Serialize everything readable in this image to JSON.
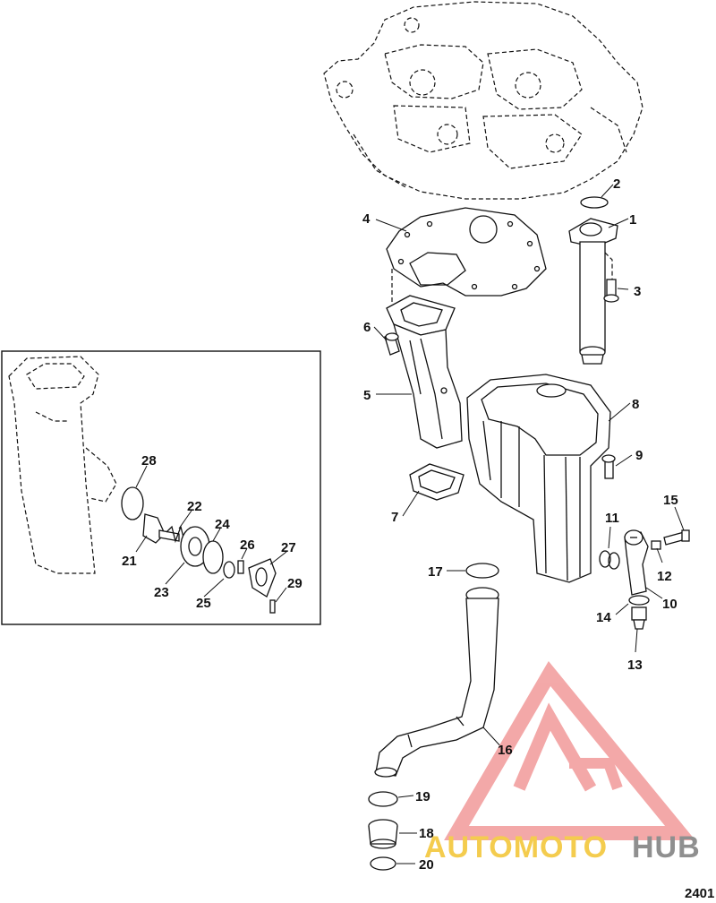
{
  "callouts": [
    {
      "id": "1",
      "label": "1"
    },
    {
      "id": "2",
      "label": "2"
    },
    {
      "id": "3",
      "label": "3"
    },
    {
      "id": "4",
      "label": "4"
    },
    {
      "id": "5",
      "label": "5"
    },
    {
      "id": "6",
      "label": "6"
    },
    {
      "id": "7",
      "label": "7"
    },
    {
      "id": "8",
      "label": "8"
    },
    {
      "id": "9",
      "label": "9"
    },
    {
      "id": "10",
      "label": "10"
    },
    {
      "id": "11",
      "label": "11"
    },
    {
      "id": "12",
      "label": "12"
    },
    {
      "id": "13",
      "label": "13"
    },
    {
      "id": "14",
      "label": "14"
    },
    {
      "id": "15",
      "label": "15"
    },
    {
      "id": "16",
      "label": "16"
    },
    {
      "id": "17",
      "label": "17"
    },
    {
      "id": "18",
      "label": "18"
    },
    {
      "id": "19",
      "label": "19"
    },
    {
      "id": "20",
      "label": "20"
    },
    {
      "id": "21",
      "label": "21"
    },
    {
      "id": "22",
      "label": "22"
    },
    {
      "id": "23",
      "label": "23"
    },
    {
      "id": "24",
      "label": "24"
    },
    {
      "id": "25",
      "label": "25"
    },
    {
      "id": "26",
      "label": "26"
    },
    {
      "id": "27",
      "label": "27"
    },
    {
      "id": "28",
      "label": "28"
    },
    {
      "id": "29",
      "label": "29"
    }
  ],
  "figure_number": "2401",
  "watermark": {
    "part1": "AUTOMOTO",
    "part2": "HUB",
    "color_main": "#f4cc4e",
    "color_secondary": "#8f8f8f",
    "logo_color": "#f19a9a"
  }
}
